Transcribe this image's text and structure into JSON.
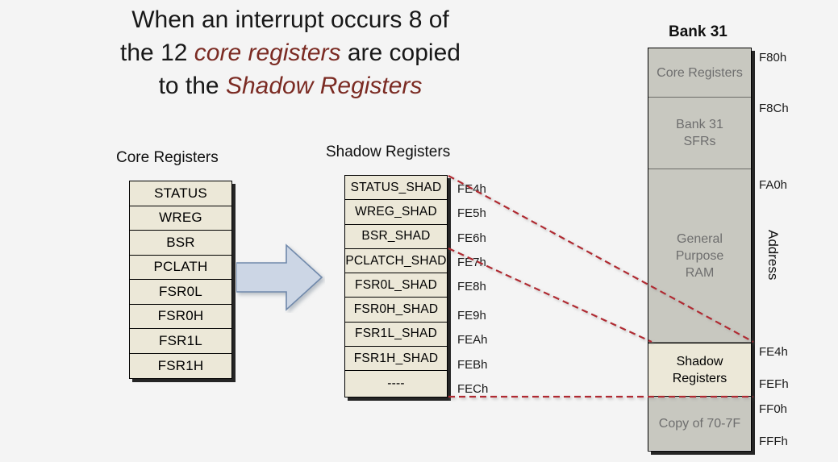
{
  "title": {
    "line1": "When an interrupt occurs 8 of",
    "line2_a": "the 12 ",
    "line2_em": "core registers",
    "line2_b": " are copied",
    "line3_a": "to the ",
    "line3_em": "Shadow Registers"
  },
  "core_panel": {
    "caption": "Core Registers",
    "rows": [
      "STATUS",
      "WREG",
      "BSR",
      "PCLATH",
      "FSR0L",
      "FSR0H",
      "FSR1L",
      "FSR1H"
    ]
  },
  "shadow_panel": {
    "caption": "Shadow Registers",
    "rows": [
      "STATUS_SHAD",
      "WREG_SHAD",
      "BSR_SHAD",
      "PCLATCH_SHAD",
      "FSR0L_SHAD",
      "FSR0H_SHAD",
      "FSR1L_SHAD",
      "FSR1H_SHAD",
      "----"
    ],
    "addresses": [
      "FE4h",
      "FE5h",
      "FE6h",
      "FE7h",
      "FE8h",
      "FE9h",
      "FEAh",
      "FEBh",
      "FECh"
    ]
  },
  "memory_map": {
    "caption": "Bank 31",
    "axis_label": "Address",
    "blocks": [
      {
        "label": "Core Registers",
        "highlight": false
      },
      {
        "label": "Bank 31\nSFRs",
        "highlight": false
      },
      {
        "label": "General\nPurpose\nRAM",
        "highlight": false
      },
      {
        "label": "Shadow\nRegisters",
        "highlight": true
      },
      {
        "label": "Copy of 70-7F",
        "highlight": false
      }
    ],
    "addresses": [
      "F80h",
      "F8Ch",
      "FA0h",
      "FE4h",
      "FEFh",
      "FF0h",
      "FFFh"
    ]
  },
  "colors": {
    "background": "#f4f4f4",
    "register_fill": "#ece8d8",
    "memory_fill": "#c8c8c0",
    "connector": "#b02a30",
    "accent_text": "#7b2b23",
    "arrow_fill": "#ccd6e5",
    "arrow_stroke": "#7089ab"
  }
}
